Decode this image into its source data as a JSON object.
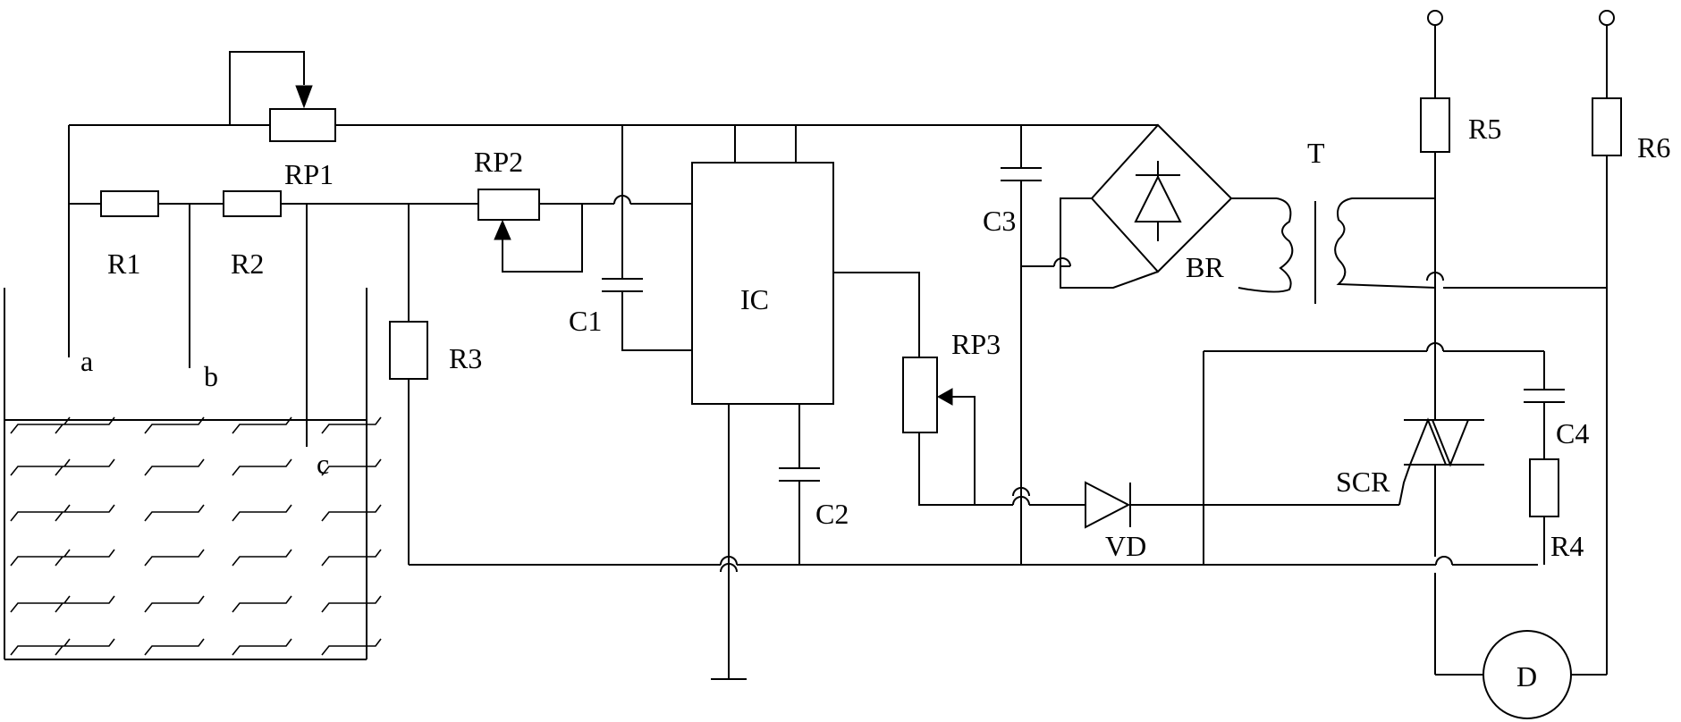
{
  "labels": {
    "a": "a",
    "b": "b",
    "c": "c",
    "rp1": "RP1",
    "rp2": "RP2",
    "rp3": "RP3",
    "r1": "R1",
    "r2": "R2",
    "r3": "R3",
    "r4": "R4",
    "r5": "R5",
    "r6": "R6",
    "c1": "C1",
    "c2": "C2",
    "c3": "C3",
    "c4": "C4",
    "ic": "IC",
    "br": "BR",
    "t": "T",
    "vd": "VD",
    "scr": "SCR",
    "d": "D"
  }
}
